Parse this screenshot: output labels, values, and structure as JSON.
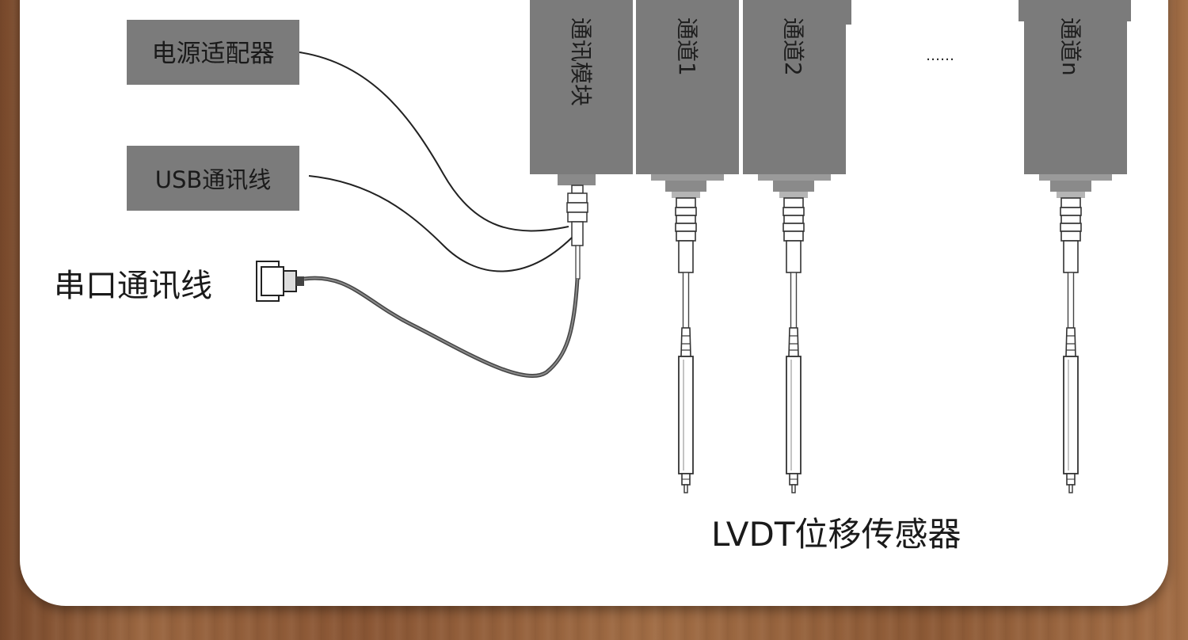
{
  "labels": {
    "power_adapter": "电源适配器",
    "usb_cable": "USB通讯线",
    "serial_cable": "串口通讯线",
    "sensor_title": "LVDT位移传感器"
  },
  "modules": {
    "comm": "通讯模块",
    "ch1": "通道1",
    "ch2": "通道2",
    "chn": "通道n",
    "ellipsis": "……"
  },
  "colors": {
    "module_fill": "#7b7b7b",
    "label_box_fill": "#7b7b7b",
    "cable_color": "#222222",
    "background_wood": "#8d5a36",
    "panel": "#ffffff"
  }
}
